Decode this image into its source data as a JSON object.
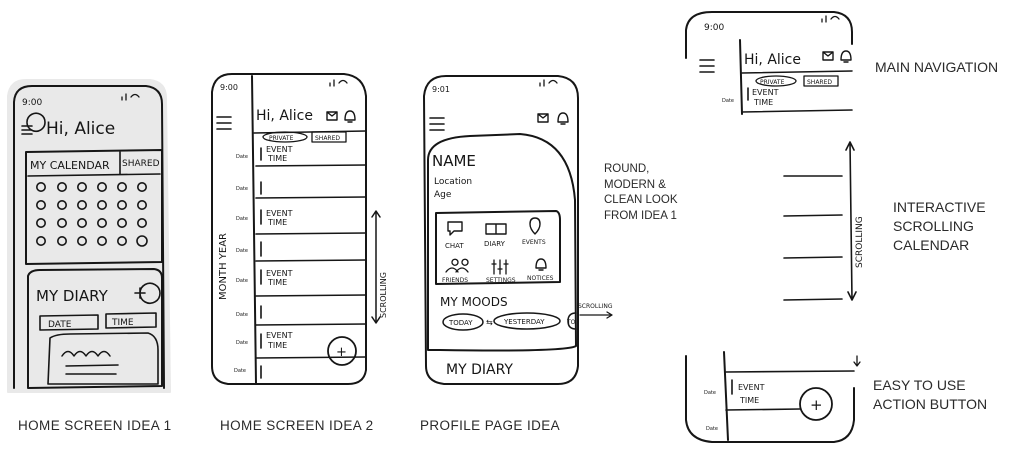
{
  "captions": {
    "home1": "HOME SCREEN IDEA 1",
    "home2": "HOME SCREEN IDEA 2",
    "profile": "PROFILE PAGE IDEA"
  },
  "notes": {
    "round_line1": "ROUND,",
    "round_line2": "MODERN &",
    "round_line3": "CLEAN LOOK",
    "round_line4": "FROM IDEA 1",
    "main_navigation": "MAIN NAVIGATION",
    "scrolling_line1": "INTERACTIVE",
    "scrolling_line2": "SCROLLING",
    "scrolling_line3": "CALENDAR",
    "action_line1": "EASY TO USE",
    "action_line2": "ACTION BUTTON"
  },
  "home1": {
    "time": "9:00",
    "greeting": "Hi, Alice",
    "tab_calendar": "MY CALENDAR",
    "tab_shared": "SHARED",
    "diary_title": "MY DIARY",
    "date_field": "DATE",
    "time_field": "TIME"
  },
  "home2": {
    "time": "9:00",
    "greeting": "Hi, Alice",
    "tab_private": "PRIVATE",
    "tab_shared": "SHARED",
    "month_year": "MONTH YEAR",
    "scrolling": "SCROLLING",
    "date_label": "Date",
    "event_line1": "EVENT",
    "event_line2": "TIME",
    "fab": "+"
  },
  "profile": {
    "time": "9:01",
    "name": "NAME",
    "location": "Location",
    "age": "Age",
    "menu": [
      "CHAT",
      "DIARY",
      "EVENTS",
      "FRIENDS",
      "SETTINGS",
      "NOTICES"
    ],
    "moods_title": "MY MOODS",
    "mood_today": "TODAY",
    "mood_yesterday": "YESTERDAY",
    "mood_arrow": "⇆",
    "mood_more": "TO",
    "mood_scrolling": "SCROLLING",
    "diary_title": "MY DIARY"
  },
  "detail": {
    "time": "9:00",
    "greeting": "Hi, Alice",
    "tab_private": "PRIVATE",
    "tab_shared": "SHARED",
    "date_label": "Date",
    "event_line1": "EVENT",
    "event_line2": "TIME",
    "scrolling": "SCROLLING",
    "fab": "+"
  }
}
